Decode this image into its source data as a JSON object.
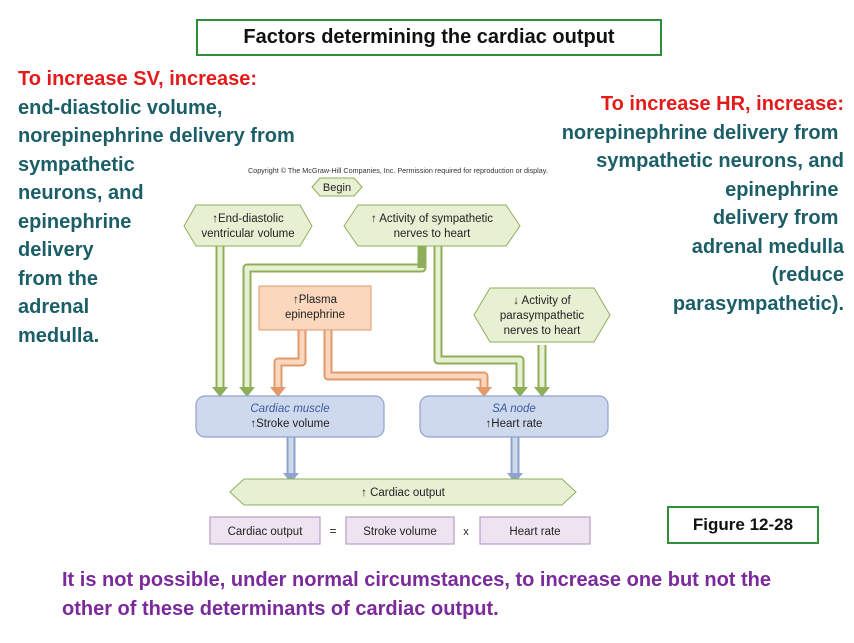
{
  "title": "Factors determining the cardiac output",
  "sv_section": {
    "heading": "To increase SV, increase:",
    "body": "end-diastolic volume,\nnorepinephrine delivery from\nsympathetic\nneurons, and\nepinephrine\ndelivery\nfrom the\nadrenal\nmedulla."
  },
  "hr_section": {
    "heading": "To increase HR, increase:",
    "body": "norepinephrine delivery from \nsympathetic neurons, and\nepinephrine \ndelivery from \nadrenal medulla\n(reduce\nparasympathetic)."
  },
  "diagram": {
    "copyright": "Copyright © The McGraw-Hill Companies, Inc. Permission required for reproduction or display.",
    "begin": "Begin",
    "edv_line1": "↑End-diastolic",
    "edv_line2": "ventricular volume",
    "symp_line1": "↑ Activity of sympathetic",
    "symp_line2": "nerves to heart",
    "plasma_line1": "↑Plasma",
    "plasma_line2": "epinephrine",
    "para_line1": "↓ Activity of",
    "para_line2": "parasympathetic",
    "para_line3": "nerves to heart",
    "cardiac_muscle_line1": "Cardiac  muscle",
    "cardiac_muscle_line2": "↑Stroke volume",
    "sa_node_line1": "SA  node",
    "sa_node_line2": "↑Heart rate",
    "co_result": "↑ Cardiac output",
    "eq_cardiac_output": "Cardiac output",
    "eq_equals": "=",
    "eq_stroke_volume": "Stroke volume",
    "eq_times": "x",
    "eq_heart_rate": "Heart rate"
  },
  "figure_label": "Figure 12-28",
  "footnote": "It is not possible, under normal circumstances, to increase one but not the other of these determinants of cardiac output.",
  "colors": {
    "green_fill": "#e8f0d4",
    "green_stroke": "#8fae5a",
    "blue_fill": "#cfd9ee",
    "blue_stroke": "#8ea3cf",
    "orange_fill": "#fad7bd",
    "orange_stroke": "#e39a6a",
    "purple_fill": "#eee3f0",
    "purple_stroke": "#b9a0c4",
    "heading_red": "#e31b1b",
    "body_teal": "#1c5e68",
    "footnote_purple": "#7a2a9a"
  }
}
